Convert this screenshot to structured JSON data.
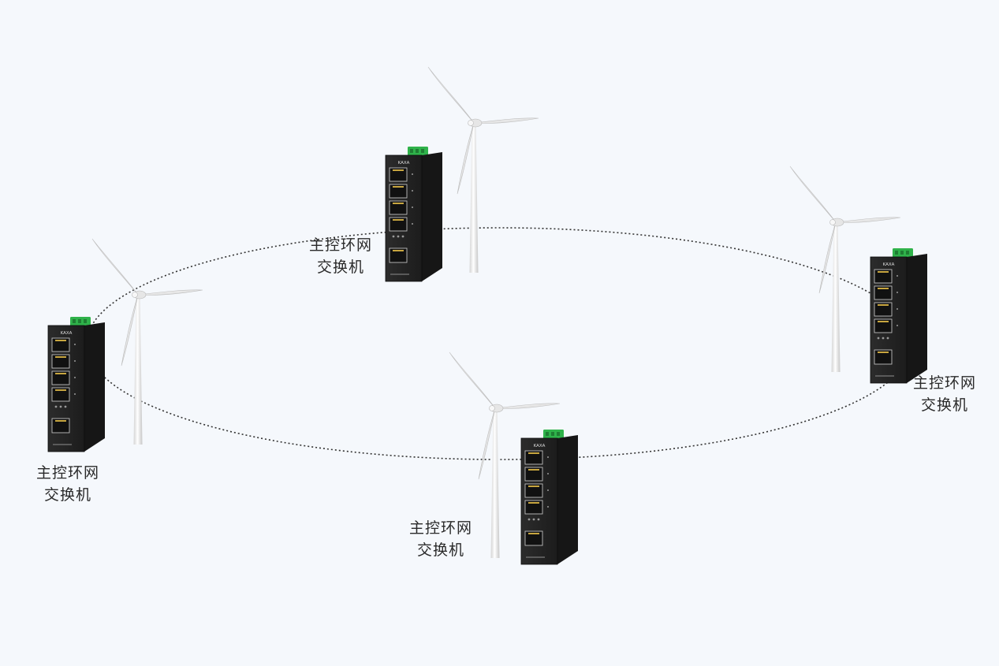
{
  "colors": {
    "background": "#f5f8fc",
    "ring_line": "#333333",
    "switch_body": "#262626",
    "switch_side": "#161616",
    "terminal_block": "#2fb24a",
    "turbine": "#f2f2f2",
    "turbine_shade": "#cfcfcf"
  },
  "switch_brand_text": "KAXA",
  "nodes": [
    {
      "id": "top",
      "label_line1": "主控环网",
      "label_line2": "交换机"
    },
    {
      "id": "right",
      "label_line1": "主控环网",
      "label_line2": "交换机"
    },
    {
      "id": "bottom",
      "label_line1": "主控环网",
      "label_line2": "交换机"
    },
    {
      "id": "left",
      "label_line1": "主控环网",
      "label_line2": "交换机"
    }
  ]
}
